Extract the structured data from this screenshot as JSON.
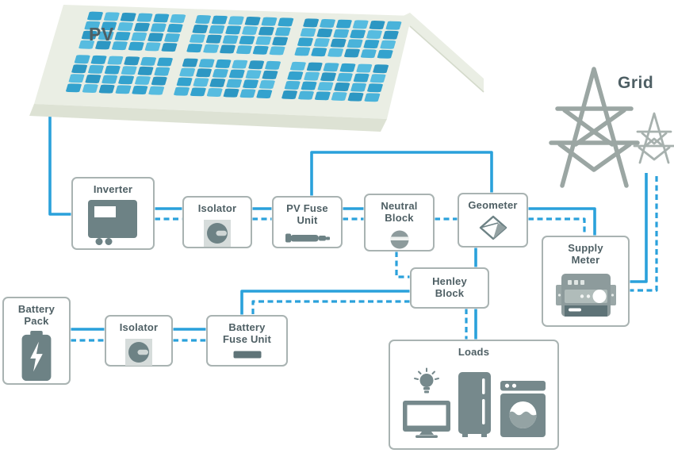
{
  "scene": {
    "pv_label": "PV",
    "grid_label": "Grid"
  },
  "nodes": {
    "inverter": {
      "label": "Inverter",
      "icon": "inverter-icon"
    },
    "isolator_pv": {
      "label": "Isolator",
      "icon": "rotary-isolator-icon"
    },
    "pv_fuse_unit": {
      "label": "PV Fuse Unit",
      "icon": "fuse-icon"
    },
    "neutral_block": {
      "label": "Neutral Block",
      "icon": "neutral-terminal-icon"
    },
    "geometer": {
      "label": "Geometer",
      "icon": "gem-icon"
    },
    "supply_meter": {
      "label": "Supply Meter",
      "icon": "meter-icon"
    },
    "henley_block": {
      "label": "Henley Block",
      "icon": null
    },
    "battery_pack": {
      "label": "Battery Pack",
      "icon": "battery-icon"
    },
    "isolator_battery": {
      "label": "Isolator",
      "icon": "rotary-isolator-icon"
    },
    "battery_fuse_unit": {
      "label": "Battery Fuse Unit",
      "icon": "fuse-bar-icon"
    },
    "loads": {
      "label": "Loads",
      "appliances": [
        "light-bulb",
        "tv",
        "refrigerator",
        "washing-machine"
      ]
    }
  },
  "connections": [
    {
      "from": "PV array",
      "to": "Inverter",
      "style": "solid"
    },
    {
      "from": "Inverter",
      "to": "Isolator (PV)",
      "style": "solid+dashed"
    },
    {
      "from": "Isolator (PV)",
      "to": "PV Fuse Unit",
      "style": "solid+dashed"
    },
    {
      "from": "PV Fuse Unit",
      "to": "Neutral Block",
      "style": "solid+dashed"
    },
    {
      "from": "PV Fuse Unit",
      "to": "Geometer",
      "style": "solid"
    },
    {
      "from": "Neutral Block",
      "to": "Geometer",
      "style": "dashed"
    },
    {
      "from": "Geometer",
      "to": "Supply Meter",
      "style": "solid+dashed"
    },
    {
      "from": "Geometer",
      "to": "Henley Block",
      "style": "solid"
    },
    {
      "from": "Neutral Block",
      "to": "Henley Block",
      "style": "dashed"
    },
    {
      "from": "Henley Block",
      "to": "Battery Fuse Unit",
      "style": "solid+dashed"
    },
    {
      "from": "Henley Block",
      "to": "Loads",
      "style": "solid+dashed"
    },
    {
      "from": "Battery Pack",
      "to": "Isolator (battery)",
      "style": "solid+dashed"
    },
    {
      "from": "Isolator (battery)",
      "to": "Battery Fuse Unit",
      "style": "solid+dashed"
    },
    {
      "from": "Grid",
      "to": "Supply Meter",
      "style": "solid+dashed"
    }
  ],
  "colors": {
    "line_blue": "#2aa1db",
    "box_border": "#a9b3b2",
    "text": "#4e5f64",
    "icon_gray": "#6d8285",
    "loads_icon_gray": "#76898c",
    "roof": "#eaeee4",
    "roof_edge": "#dde2d4",
    "tower_gray": "#9ba6a3",
    "panel_cell_blues": [
      "#33a2ce",
      "#4ab3da",
      "#2d97c3",
      "#57bce0"
    ]
  }
}
